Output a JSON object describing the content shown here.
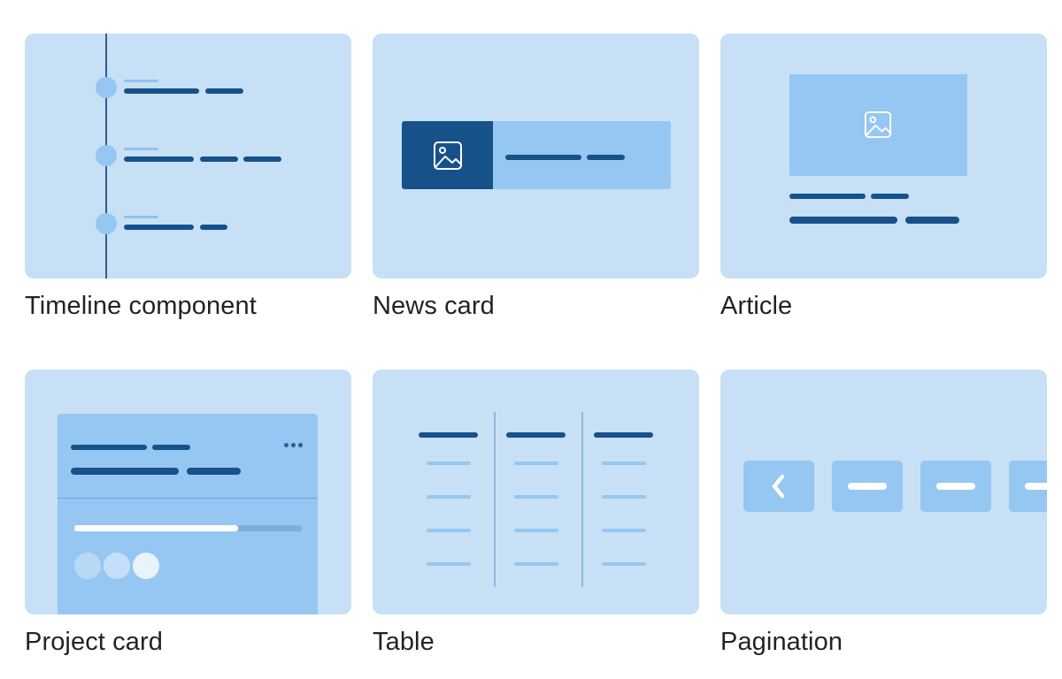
{
  "tiles": [
    {
      "id": "timeline",
      "label": "Timeline component"
    },
    {
      "id": "news-card",
      "label": "News card"
    },
    {
      "id": "article",
      "label": "Article"
    },
    {
      "id": "project-card",
      "label": "Project card"
    },
    {
      "id": "table",
      "label": "Table"
    },
    {
      "id": "pagination",
      "label": "Pagination"
    }
  ],
  "colors": {
    "thumb_bg": "#c7e0f5",
    "accent_light": "#95c7f2",
    "accent_dark": "#17518a",
    "label_text": "#1f2329"
  },
  "project_card": {
    "progress": 0.72
  },
  "icons": {
    "news_card_image": "image-placeholder-icon",
    "article_image": "image-placeholder-icon",
    "project_menu": "more-horizontal-icon",
    "pagination_prev": "chevron-left-icon"
  }
}
